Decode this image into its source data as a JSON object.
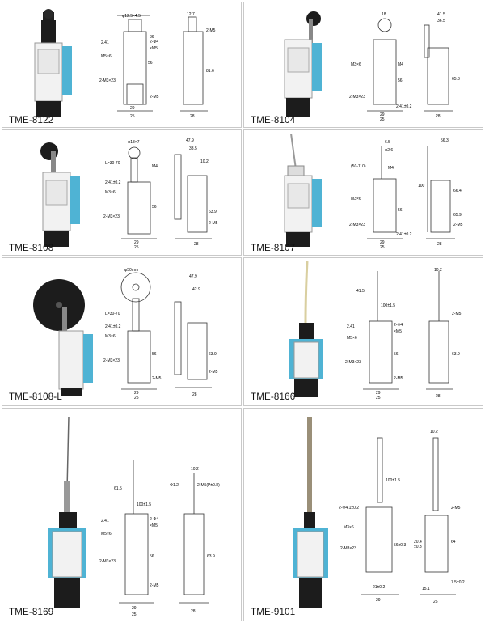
{
  "cells": [
    {
      "model": "TME-8122",
      "dims_front": [
        "φ12.5×4.5",
        "2.41",
        "M5×6",
        "2-M3×23",
        "2-M5",
        "2-Φ4",
        "×M5",
        "36",
        "56",
        "29",
        "25"
      ],
      "dims_side": [
        "12.7",
        "2-M5",
        "81.6",
        "28"
      ]
    },
    {
      "model": "TME-8104",
      "dims_front": [
        "18",
        "M3×6",
        "M4",
        "56",
        "2-M3×23",
        "2.41±0.2",
        "29",
        "25"
      ],
      "dims_side": [
        "41.5",
        "36.5",
        "65.3",
        "28"
      ]
    },
    {
      "model": "TME-8108",
      "dims_front": [
        "φ18×7",
        "L=30-70",
        "M4",
        "2.41±0.2",
        "M3×6",
        "2-M3×23",
        "56",
        "29",
        "25"
      ],
      "dims_side": [
        "47.9",
        "33.5",
        "10.2",
        "63.9",
        "2-M5",
        "28"
      ]
    },
    {
      "model": "TME-8107",
      "dims_front": [
        "6.5",
        "φ2.6",
        "(50-110)",
        "M4",
        "M3×6",
        "56",
        "2-M3×23",
        "2.41±0.2",
        "29",
        "25"
      ],
      "dims_side": [
        "56.3",
        "100",
        "66.4",
        "65.9",
        "2-M5",
        "28"
      ]
    },
    {
      "model": "TME-8108-L",
      "dims_front": [
        "φ50mm",
        "L=30-70",
        "2.41±0.2",
        "M3×6",
        "2-M3×23",
        "56",
        "2-M5",
        "29",
        "25"
      ],
      "dims_side": [
        "47.9",
        "42.9",
        "63.9",
        "2-M5",
        "28"
      ]
    },
    {
      "model": "TME-8166",
      "dims_front": [
        "41.5",
        "100±1.5",
        "2.41",
        "M5×6",
        "2-M3×23",
        "2-Φ4",
        "×M5",
        "56",
        "2-M5",
        "29",
        "25"
      ],
      "dims_side": [
        "10.2",
        "2-M5",
        "63.9",
        "28"
      ]
    },
    {
      "model": "TME-8169",
      "dims_front": [
        "61.5",
        "100±1.5",
        "2.41",
        "M5×6",
        "2-M3×23",
        "2-Φ4",
        "×M5",
        "56",
        "2-M5",
        "29",
        "25"
      ],
      "dims_side": [
        "10.2",
        "Φ1.2",
        "2-M5(P±0.8)",
        "63.9",
        "28"
      ]
    },
    {
      "model": "TME-9101",
      "dims_front": [
        "2-Φ4.1±0.2",
        "M3×6",
        "2-M3×23",
        "100±1.5",
        "56±0.3",
        "21±0.2",
        "29"
      ],
      "dims_side": [
        "10.2",
        "2-M5",
        "20.4",
        "±0.3",
        "64",
        "7.5±0.2",
        "15.1",
        "25"
      ]
    }
  ],
  "colors": {
    "body_blue": "#4fb3d4",
    "body_white": "#f2f2f2",
    "cap_black": "#1c1c1c",
    "line": "#333333",
    "frame": "#c9c9c9"
  }
}
